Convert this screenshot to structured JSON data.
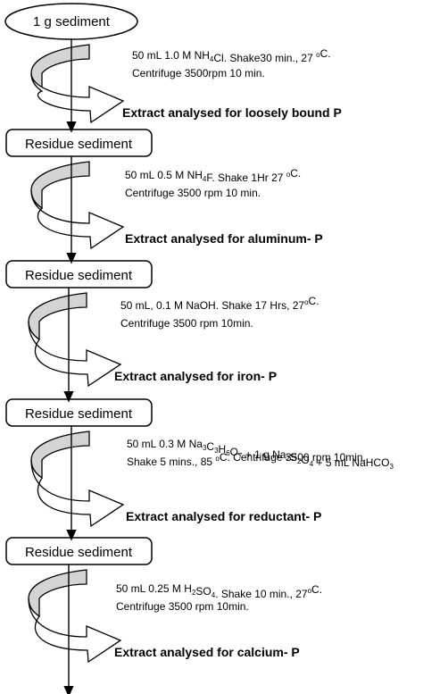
{
  "start_node": "1 g sediment",
  "residue_label": "Residue sediment",
  "steps": [
    {
      "conditions": [
        [
          {
            "t": "50 mL 1.0 M NH"
          },
          {
            "t": "4",
            "s": "sub"
          },
          {
            "t": "Cl. Shake30 min., 27 "
          },
          {
            "t": "o",
            "s": "sup"
          },
          {
            "t": "C."
          }
        ],
        [
          {
            "t": "Centrifuge 3500rpm 10 min."
          }
        ]
      ],
      "output": "Extract analysed for loosely bound P"
    },
    {
      "conditions": [
        [
          {
            "t": "50 mL 0.5 M NH"
          },
          {
            "t": "4",
            "s": "sub"
          },
          {
            "t": "F. Shake 1Hr 27 "
          },
          {
            "t": "o",
            "s": "sup"
          },
          {
            "t": "C."
          }
        ],
        [
          {
            "t": "Centrifuge 3500 rpm 10 min."
          }
        ]
      ],
      "output": "Extract analysed for aluminum- P"
    },
    {
      "conditions": [
        [
          {
            "t": "50 mL, 0.1 M NaOH. Shake  17 Hrs, 27"
          },
          {
            "t": "o",
            "s": "sup"
          },
          {
            "t": "C."
          }
        ],
        [
          {
            "t": "Centrifuge 3500 rpm 10min."
          }
        ]
      ],
      "output": "Extract analysed for iron- P"
    },
    {
      "conditions": [
        [
          {
            "t": "50 mL 0.3 M Na"
          },
          {
            "t": "3",
            "s": "sub"
          },
          {
            "t": "C"
          },
          {
            "t": "3",
            "s": "sub"
          },
          {
            "t": "H"
          },
          {
            "t": "6",
            "s": "sub"
          },
          {
            "t": "O"
          },
          {
            "t": "7",
            "s": "sub"
          },
          {
            "t": " + 1 g Na"
          },
          {
            "t": "2",
            "s": "sub"
          },
          {
            "t": "S"
          },
          {
            "t": "2",
            "s": "sub"
          },
          {
            "t": "O"
          },
          {
            "t": "4",
            "s": "sub"
          },
          {
            "t": " + 5 mL NaHCO"
          },
          {
            "t": "3",
            "s": "sub"
          }
        ],
        [
          {
            "t": "Shake 5 mins., 85 "
          },
          {
            "t": "o",
            "s": "sup"
          },
          {
            "t": "C. Centrifuge 3500 rpm 10min."
          }
        ]
      ],
      "output": "Extract analysed for reductant- P"
    },
    {
      "conditions": [
        [
          {
            "t": "50 mL 0.25 M H"
          },
          {
            "t": "2",
            "s": "sub"
          },
          {
            "t": "SO"
          },
          {
            "t": "4",
            "s": "sub"
          },
          {
            "t": ". Shake  10 min., 27"
          },
          {
            "t": "o",
            "s": "sup"
          },
          {
            "t": "C."
          }
        ],
        [
          {
            "t": "Centrifuge 3500 rpm 10min."
          }
        ]
      ],
      "output": "Extract analysed for calcium- P"
    }
  ]
}
